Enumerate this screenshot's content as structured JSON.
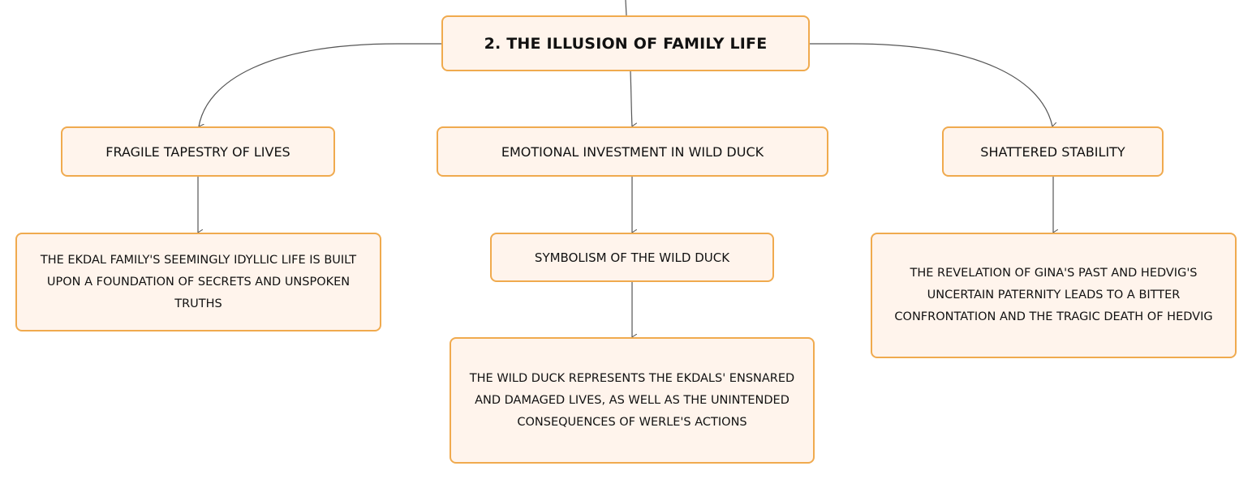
{
  "root": {
    "label": "2. THE ILLUSION OF FAMILY LIFE"
  },
  "branches": [
    {
      "label": "FRAGILE TAPESTRY OF LIVES",
      "detail": "THE EKDAL FAMILY'S SEEMINGLY IDYLLIC LIFE IS BUILT UPON A FOUNDATION OF SECRETS AND UNSPOKEN TRUTHS"
    },
    {
      "label": "EMOTIONAL INVESTMENT IN WILD DUCK",
      "subtopic": "SYMBOLISM OF THE WILD DUCK",
      "detail": "THE WILD DUCK REPRESENTS THE EKDALS' ENSNARED AND DAMAGED LIVES, AS WELL AS THE UNINTENDED CONSEQUENCES OF WERLE'S ACTIONS"
    },
    {
      "label": "SHATTERED STABILITY",
      "detail": "THE REVELATION OF GINA'S PAST AND HEDVIG'S UNCERTAIN PATERNITY LEADS TO A BITTER CONFRONTATION AND THE TRAGIC DEATH OF HEDVIG"
    }
  ],
  "colors": {
    "node_fill": "#fff4ec",
    "node_border": "#f0aa4e",
    "connector": "#555555"
  }
}
